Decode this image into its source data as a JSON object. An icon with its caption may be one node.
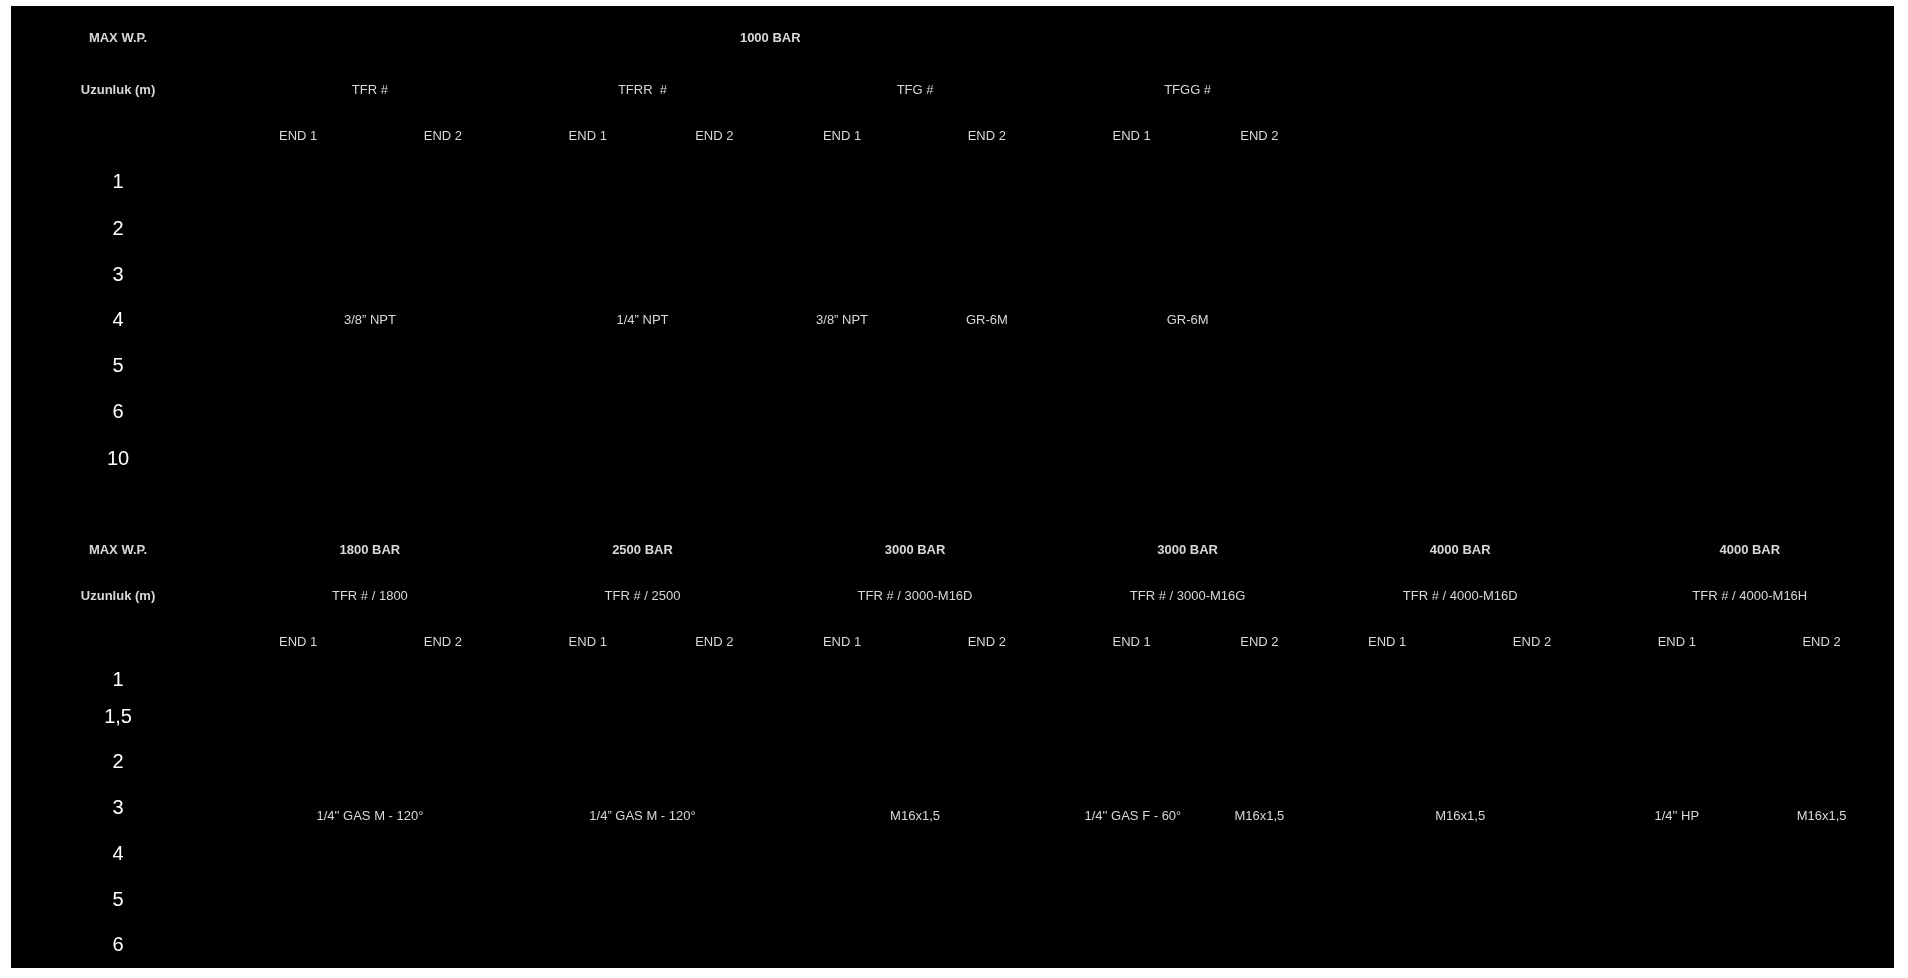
{
  "diagram": {
    "labels": [
      "MAX W.P.",
      "1000 BAR",
      "Uzunluk (m)",
      "TFR #",
      "TFRR  #",
      "TFG #",
      "TFGG #",
      "END 1",
      "END 2",
      "END 1",
      "END 2",
      "END 1",
      "END 2",
      "END 1",
      "END 2",
      "1",
      "2",
      "3",
      "4",
      "5",
      "6",
      "10",
      "3/8” NPT",
      "1/4” NPT",
      "3/8” NPT",
      "GR-6M",
      "GR-6M",
      "MAX W.P.",
      "1800 BAR",
      "2500 BAR",
      "3000 BAR",
      "3000 BAR",
      "4000 BAR",
      "4000 BAR",
      "Uzunluk (m)",
      "TFR # / 1800",
      "TFR # / 2500",
      "TFR # / 3000-M16D",
      "TFR # / 3000-M16G",
      "TFR # / 4000-M16D",
      "TFR # / 4000-M16H",
      "END 1",
      "END 2",
      "END 1",
      "END 2",
      "END 1",
      "END 2",
      "END 1",
      "END 2",
      "END 1",
      "END 2",
      "END 1",
      "END 2",
      "1",
      "1,5",
      "2",
      "3",
      "4",
      "5",
      "6",
      "1/4'' GAS M - 120°",
      "1/4” GAS M - 120°",
      "M16x1,5",
      "1/4'' GAS F - 60°",
      "M16x1,5",
      "M16x1,5",
      "1/4'' HP",
      "M16x1,5"
    ]
  }
}
